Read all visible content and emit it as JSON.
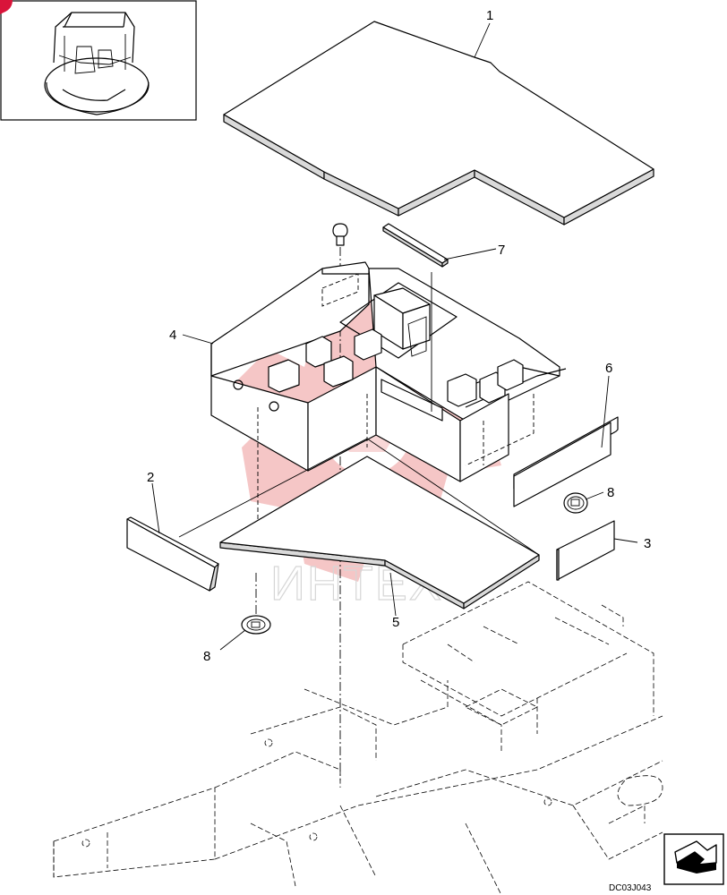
{
  "drawing_code": "DC03J043",
  "watermark_text": "ИНТЕХ",
  "callouts": [
    {
      "id": "1",
      "label": "1"
    },
    {
      "id": "2",
      "label": "2"
    },
    {
      "id": "3",
      "label": "3"
    },
    {
      "id": "4",
      "label": "4"
    },
    {
      "id": "5",
      "label": "5"
    },
    {
      "id": "6",
      "label": "6"
    },
    {
      "id": "7",
      "label": "7"
    },
    {
      "id": "8a",
      "label": "8"
    },
    {
      "id": "8b",
      "label": "8"
    }
  ],
  "colors": {
    "line": "#000000",
    "watermark": "#f2b3b3",
    "corner_marker": "#d9143a",
    "edge_fill": "#d9d9d9"
  },
  "icons": [
    "machine-thumbnail",
    "orientation-arrow-icon",
    "corner-marker"
  ]
}
